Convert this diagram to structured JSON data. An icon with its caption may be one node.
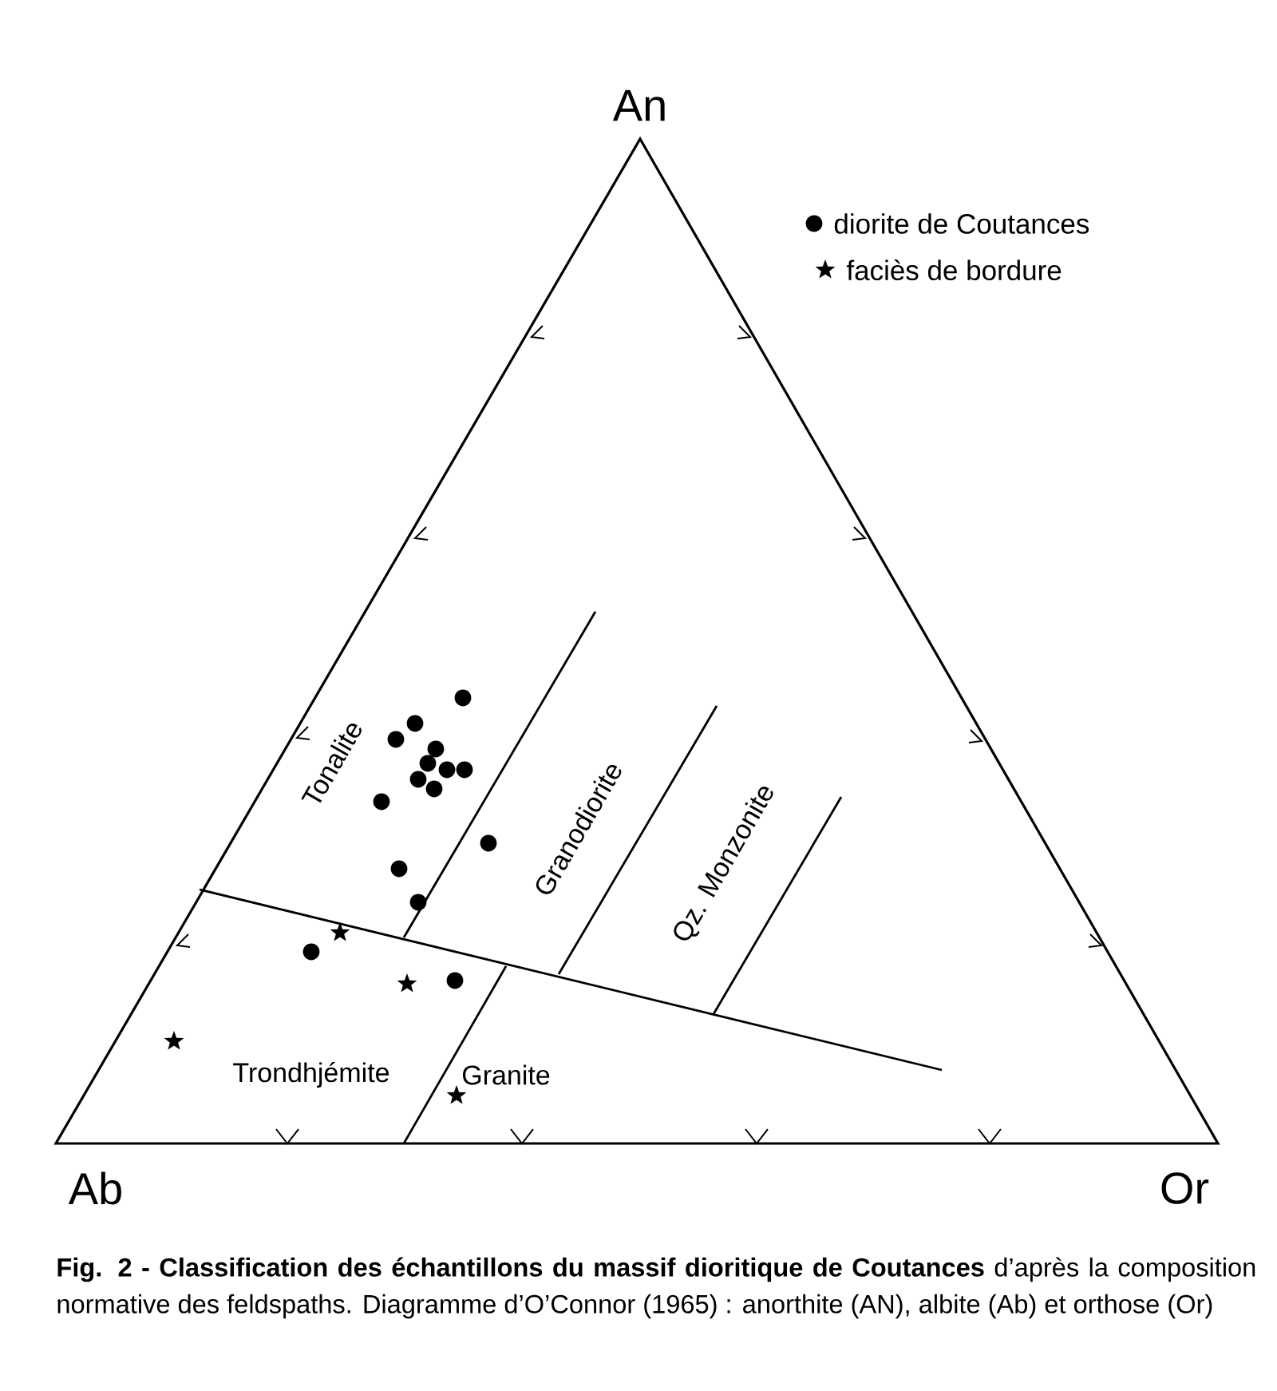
{
  "diagram": {
    "caption": "**Fig. 2 - Classification des échantillons du massif dioritique de Coutances** d’après la composition normative des feldspaths. Diagramme d’O’Connor (1965) : anorthite (AN), albite (Ab) et orthose (Or)",
    "labels": [
      "An",
      "Ab",
      "Or",
      "Tonalite",
      "Granodiorite",
      "Qz. Monzonite",
      "Trondhjémite",
      "Granite"
    ],
    "legend": [
      {
        "text": "diorite de Coutances"
      },
      {
        "text": "faciès de bordure"
      }
    ]
  }
}
